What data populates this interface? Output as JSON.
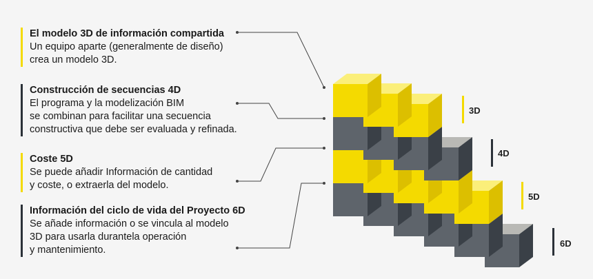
{
  "colors": {
    "yellow_front": "#f4da00",
    "yellow_top": "#fbef7a",
    "yellow_side": "#dcbf00",
    "gray_front": "#5e646b",
    "gray_top": "#b9b9b5",
    "gray_side": "#3a4047",
    "accent_yellow": "#f4da00",
    "accent_dark": "#2b3138",
    "leader": "#444444"
  },
  "blocks": [
    {
      "title": "El modelo 3D de información compartida",
      "desc": "Un equipo aparte (generalmente de diseño)\ncrea un modelo 3D.",
      "accent": "yellow"
    },
    {
      "title": "Construcción de secuencias 4D",
      "desc": "El programa y la modelización BIM\nse combinan para facilitar una secuencia\nconstructiva que debe ser evaluada y refinada.",
      "accent": "dark"
    },
    {
      "title": "Coste 5D",
      "desc": "Se puede añadir Información de cantidad\ny coste, o extraerla del modelo.",
      "accent": "yellow"
    },
    {
      "title": "Información del ciclo de vida del Proyecto 6D",
      "desc": "Se añade información o se vincula al modelo\n3D para usarla durantela operación\ny mantenimiento.",
      "accent": "dark"
    }
  ],
  "dimensions": [
    {
      "label": "3D",
      "accent": "yellow"
    },
    {
      "label": "4D",
      "accent": "dark"
    },
    {
      "label": "5D",
      "accent": "yellow"
    },
    {
      "label": "6D",
      "accent": "dark"
    }
  ]
}
